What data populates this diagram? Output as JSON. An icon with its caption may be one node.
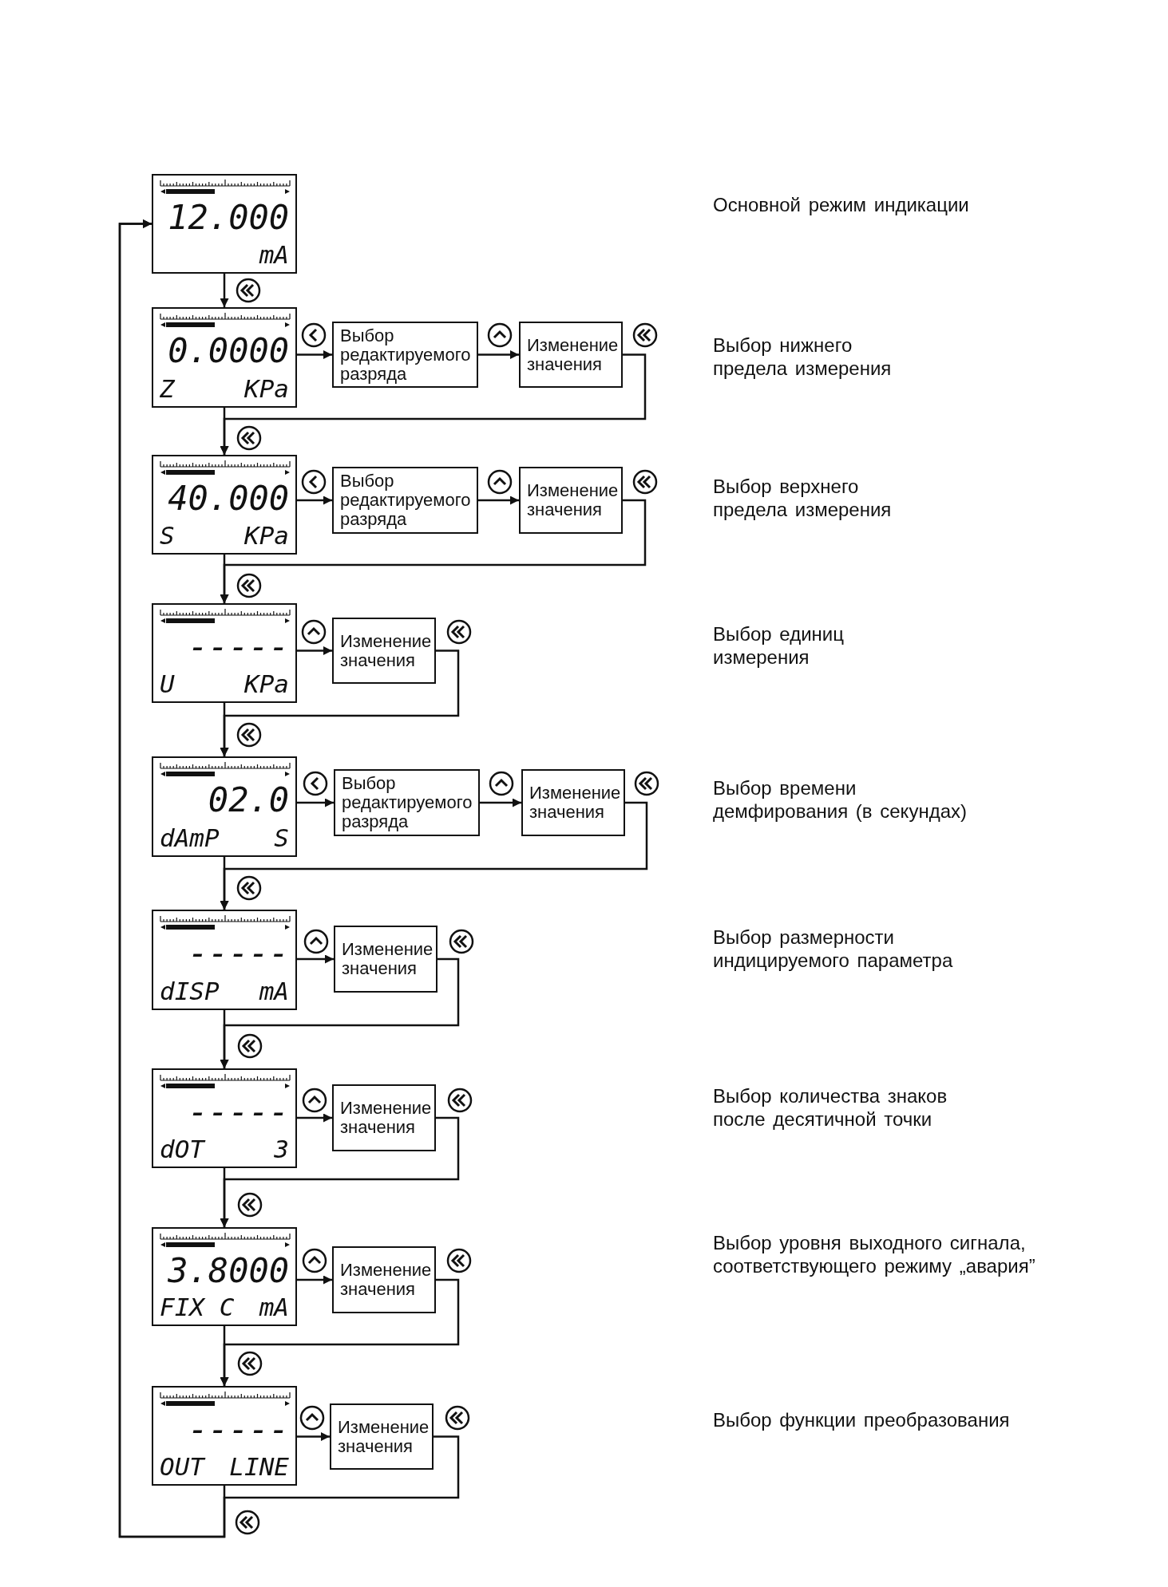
{
  "diagram": {
    "nodes": [
      {
        "text": [
          "12.000",
          "mA"
        ]
      },
      {
        "text": [
          "0.0000",
          "Z",
          "KPa"
        ]
      },
      {
        "text": [
          "Выбор редактируемого разряда"
        ]
      },
      {
        "text": [
          "Изменение значения"
        ]
      },
      {
        "text": [
          "40.000",
          "S",
          "KPa"
        ]
      },
      {
        "text": [
          "Выбор редактируемого разряда"
        ]
      },
      {
        "text": [
          "Изменение значения"
        ]
      },
      {
        "text": [
          "-----",
          "U",
          "KPa"
        ]
      },
      {
        "text": [
          "Изменение значения"
        ]
      },
      {
        "text": [
          "02.0",
          "dAmP",
          "S"
        ]
      },
      {
        "text": [
          "Выбор редактируемого разряда"
        ]
      },
      {
        "text": [
          "Изменение значения"
        ]
      },
      {
        "text": [
          "-----",
          "dISP",
          "mA"
        ]
      },
      {
        "text": [
          "Изменение значения"
        ]
      },
      {
        "text": [
          "-----",
          "dOT",
          "3"
        ]
      },
      {
        "text": [
          "Изменение значения"
        ]
      },
      {
        "text": [
          "3.8000",
          "FIX C",
          "mA"
        ]
      },
      {
        "text": [
          "Изменение значения"
        ]
      },
      {
        "text": [
          "-----",
          "OUT",
          "LINE"
        ]
      },
      {
        "text": [
          "Изменение значения"
        ]
      }
    ],
    "edges": [
      {
        "from": 0,
        "to": 1,
        "arrow": "to"
      },
      {
        "from": 1,
        "to": 2,
        "arrow": "to"
      },
      {
        "from": 2,
        "to": 3,
        "arrow": "to"
      },
      {
        "from": 3,
        "to": 4,
        "arrow": "to"
      },
      {
        "from": 1,
        "to": 4,
        "arrow": "to"
      },
      {
        "from": 4,
        "to": 5,
        "arrow": "to"
      },
      {
        "from": 5,
        "to": 6,
        "arrow": "to"
      },
      {
        "from": 6,
        "to": 7,
        "arrow": "to"
      },
      {
        "from": 4,
        "to": 7,
        "arrow": "to"
      },
      {
        "from": 7,
        "to": 8,
        "arrow": "to"
      },
      {
        "from": 8,
        "to": 9,
        "arrow": "to"
      },
      {
        "from": 7,
        "to": 9,
        "arrow": "to"
      },
      {
        "from": 9,
        "to": 10,
        "arrow": "to"
      },
      {
        "from": 10,
        "to": 11,
        "arrow": "to"
      },
      {
        "from": 11,
        "to": 12,
        "arrow": "to"
      },
      {
        "from": 9,
        "to": 12,
        "arrow": "to"
      },
      {
        "from": 12,
        "to": 13,
        "arrow": "to"
      },
      {
        "from": 13,
        "to": 14,
        "arrow": "to"
      },
      {
        "from": 12,
        "to": 14,
        "arrow": "to"
      },
      {
        "from": 14,
        "to": 15,
        "arrow": "to"
      },
      {
        "from": 15,
        "to": 16,
        "arrow": "to"
      },
      {
        "from": 14,
        "to": 16,
        "arrow": "to"
      },
      {
        "from": 16,
        "to": 17,
        "arrow": "to"
      },
      {
        "from": 17,
        "to": 18,
        "arrow": "to"
      },
      {
        "from": 16,
        "to": 18,
        "arrow": "to"
      },
      {
        "from": 18,
        "to": 19,
        "arrow": "to"
      },
      {
        "from": 19,
        "to": 0,
        "arrow": "to"
      },
      {
        "from": 18,
        "to": 0,
        "arrow": "to"
      }
    ],
    "labels": [
      "Основной режим индикации",
      "Выбор нижнего предела измерения",
      "Выбор верхнего предела измерения",
      "Выбор единиц измерения",
      "Выбор времени демфирования (в секундах)",
      "Выбор размерности индицируемого параметра",
      "Выбор количества знаков после десятичной точки",
      "Выбор уровня выходного сигнала, соответствующего режиму „авария”",
      "Выбор функции преобразования"
    ]
  }
}
